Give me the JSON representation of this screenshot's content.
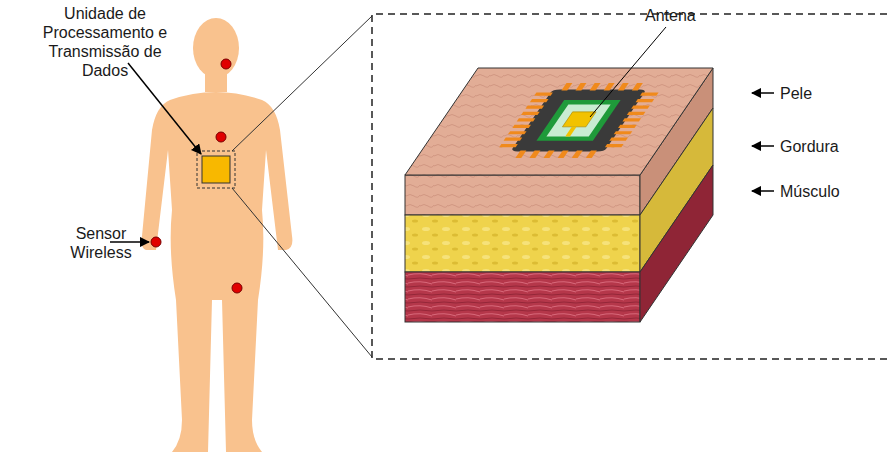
{
  "diagram": {
    "labels": [
      "Unidade de Processamento e Transmissão de Dados",
      "Sensor Wireless",
      "Antena",
      "Pele",
      "Gordura",
      "Músculo"
    ]
  }
}
